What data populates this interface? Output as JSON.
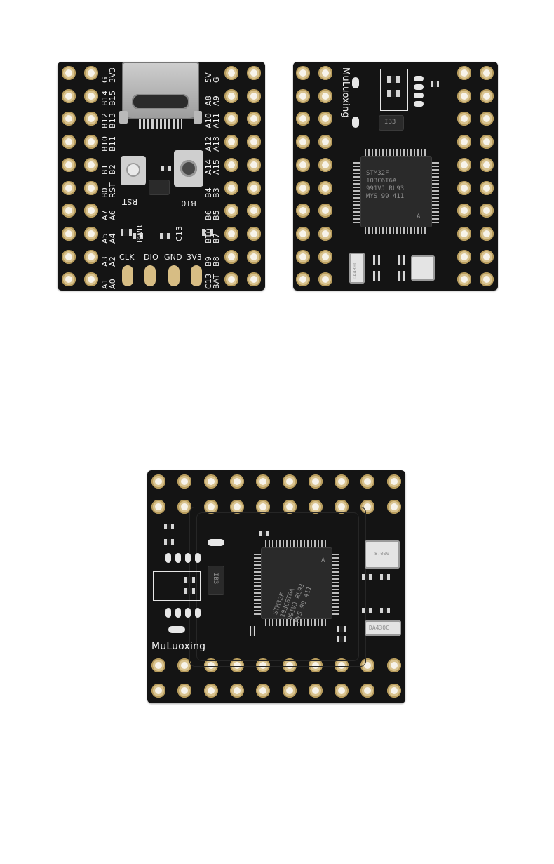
{
  "colors": {
    "pcb": "#141414",
    "pad": "#d9c38f",
    "silkscreen": "#f1f1f1"
  },
  "board_top": {
    "left_labels": [
      "G",
      "3V3",
      "B14",
      "B15",
      "B12",
      "B13",
      "B10",
      "B11",
      "B1",
      "B2",
      "B0",
      "RST",
      "A7",
      "A6",
      "A5",
      "A4",
      "A3",
      "A2",
      "A1",
      "A0"
    ],
    "right_labels": [
      "5V",
      "G",
      "A8",
      "A9",
      "A10",
      "A11",
      "A12",
      "A13",
      "A14",
      "A15",
      "B4",
      "B3",
      "B6",
      "B5",
      "BT0",
      "B7",
      "B9",
      "B8",
      "C13",
      "BAT"
    ],
    "button_left": "RST",
    "button_right": "BT0",
    "led_left": "PWR",
    "led_right": "C13",
    "swd_labels": [
      "CLK",
      "DIO",
      "GND",
      "3V3"
    ]
  },
  "board_back": {
    "brand": "MuLuoxing",
    "mcu_lines": [
      "STM32F",
      "103C6T6A",
      "991VJ RL93",
      "MYS 99 411"
    ],
    "mcu_mark": "A",
    "diode": "IB3",
    "crystal": "DA430C"
  },
  "board_bottom": {
    "brand": "MuLuoxing",
    "mcu_lines": [
      "STM32F",
      "103C6T6A",
      "991VJ RL93",
      "MYS 99 411"
    ],
    "mcu_mark": "A",
    "diode": "IB3",
    "crystal_small": "DA430C",
    "crystal_large": "8.000"
  }
}
